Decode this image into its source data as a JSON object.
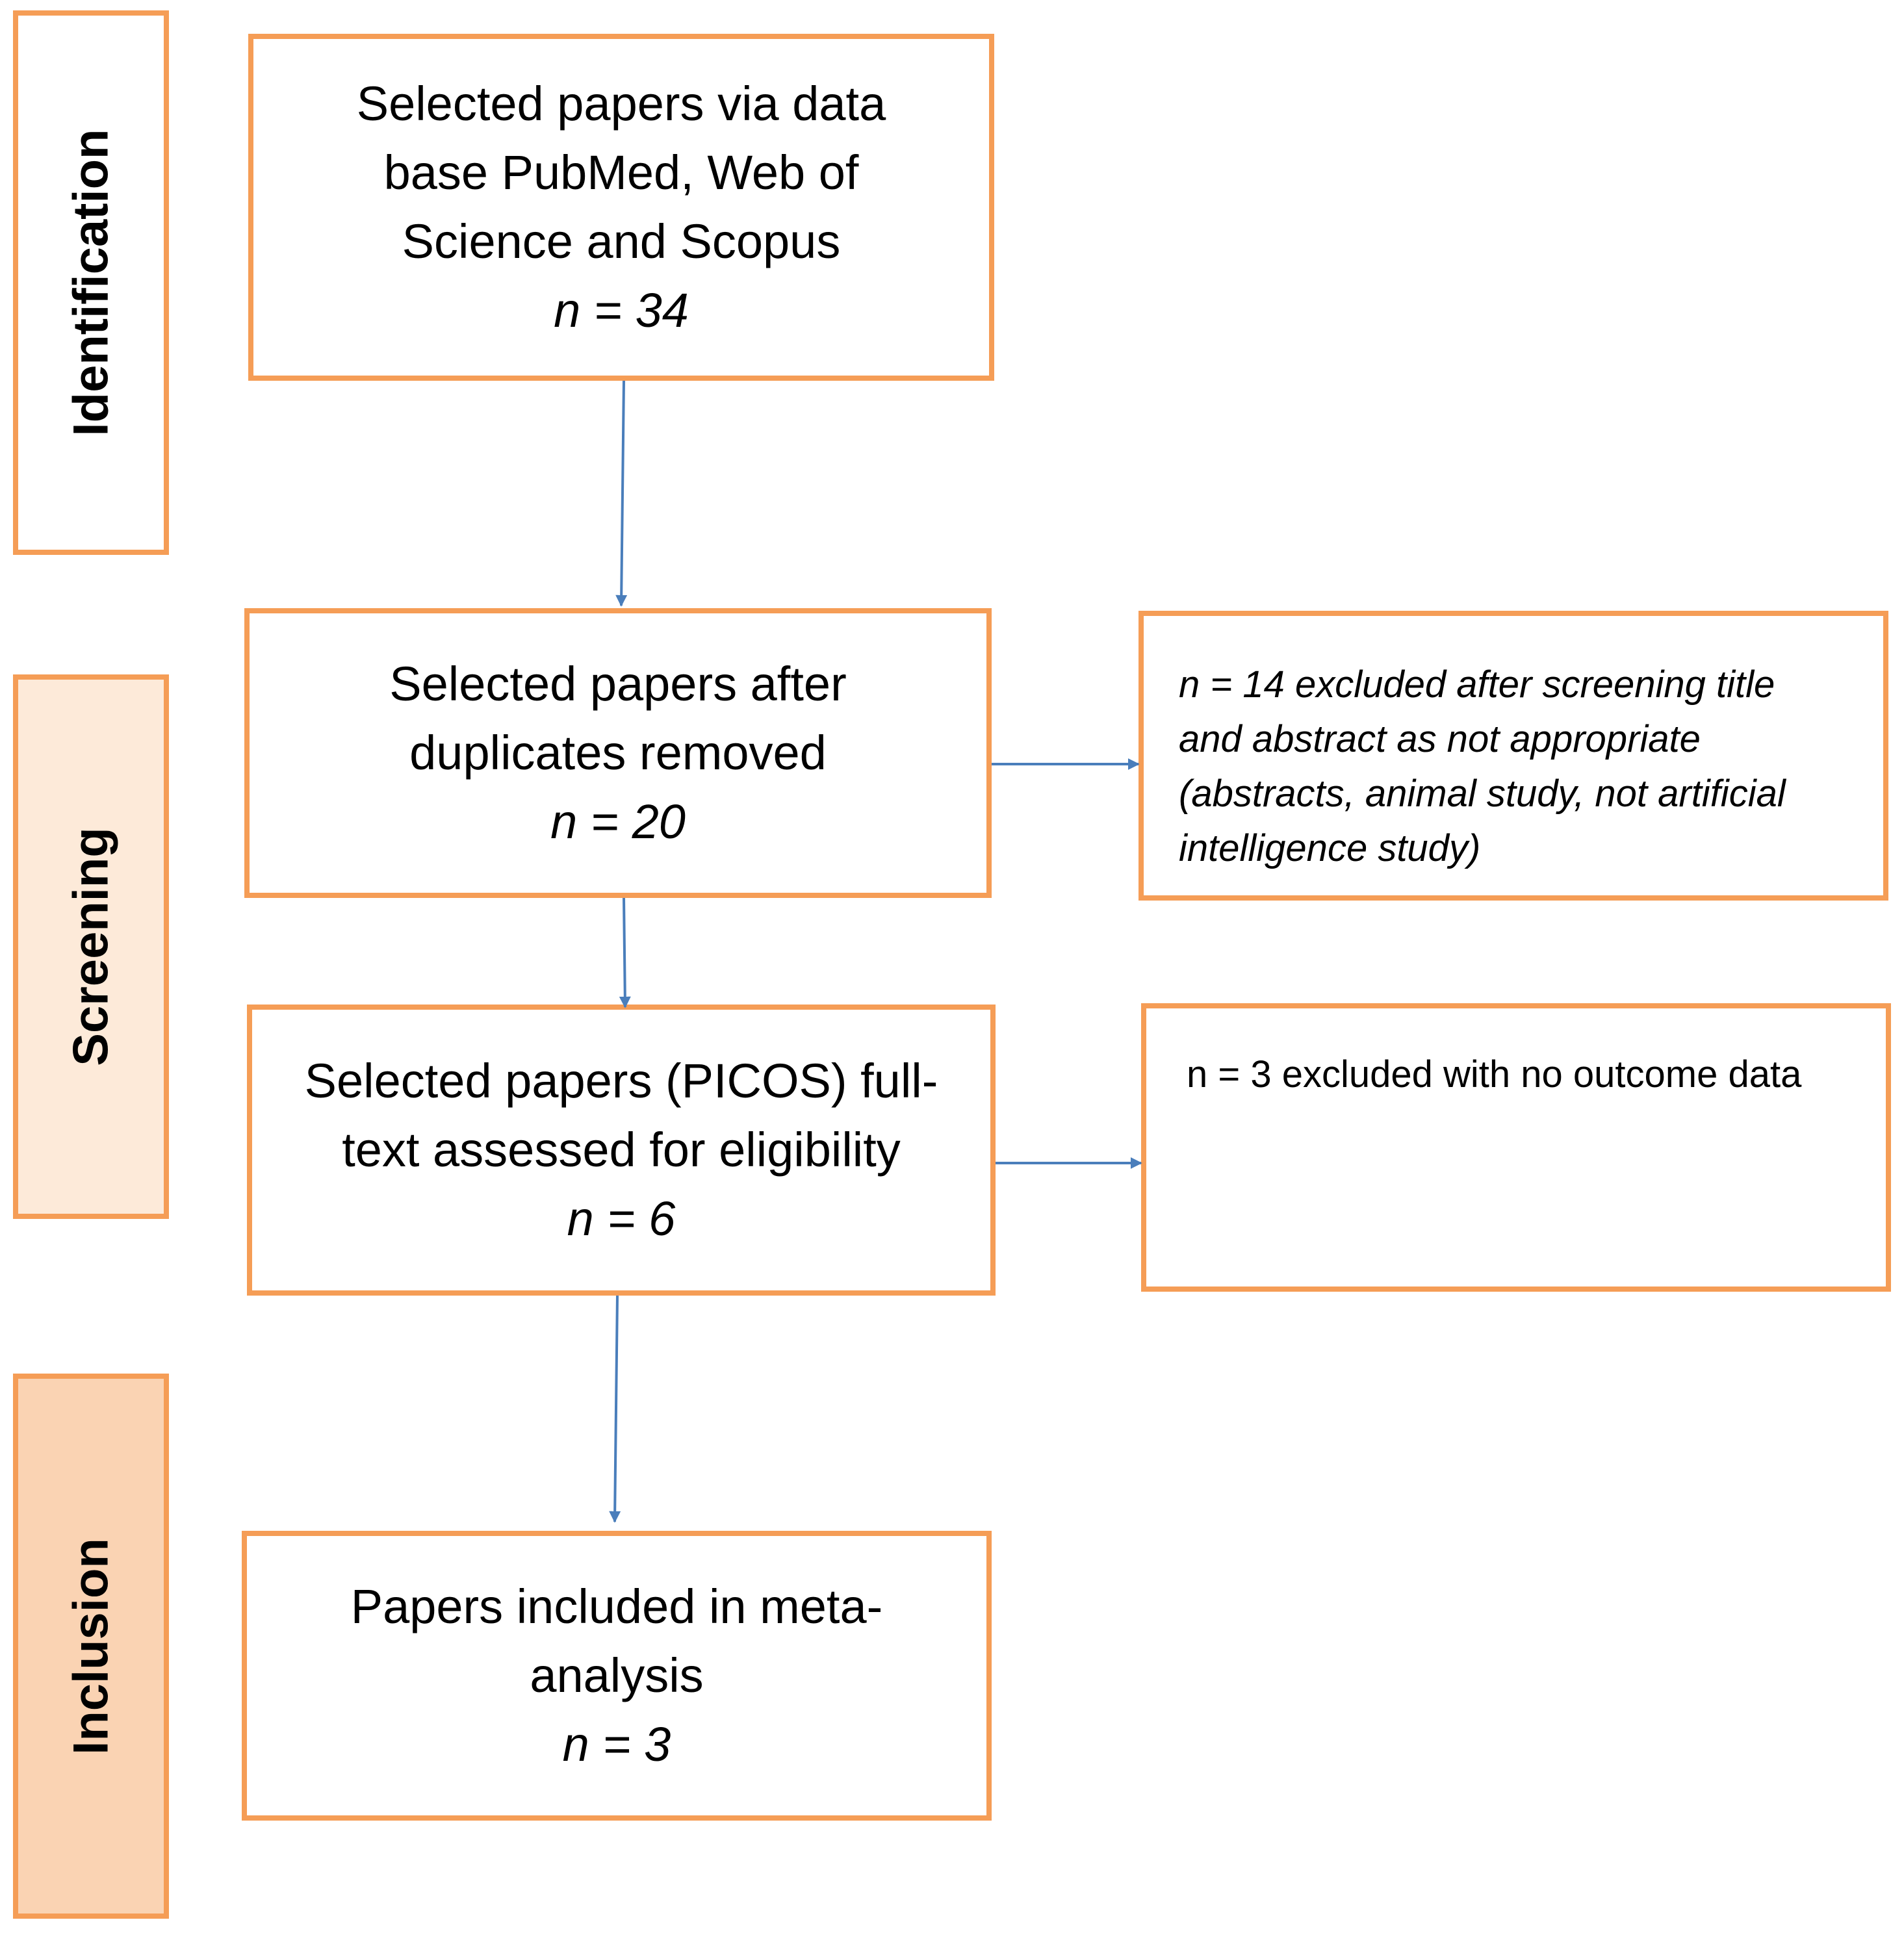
{
  "colors": {
    "border": "#F59D56",
    "arrow": "#4A7EBB",
    "stage_screening_fill": "#FDEAD9",
    "stage_inclusion_fill": "#FAD3B3"
  },
  "stages": {
    "identification": "Identification",
    "screening": "Screening",
    "inclusion": "Inclusion"
  },
  "boxes": {
    "identified": {
      "lines": [
        "Selected papers via data",
        "base PubMed, Web of",
        "Science and Scopus"
      ],
      "count": "n = 34"
    },
    "deduplicated": {
      "lines": [
        "Selected papers after",
        "duplicates removed"
      ],
      "count": "n = 20"
    },
    "fulltext": {
      "lines": [
        "Selected papers (PICOS) full-",
        "text assessed for eligibility"
      ],
      "count": "n = 6"
    },
    "included": {
      "lines": [
        "Papers included in meta-",
        "analysis"
      ],
      "count": "n = 3"
    }
  },
  "exclusions": {
    "screening": {
      "lines": [
        "n = 14 excluded after screening title",
        "and abstract as not appropriate",
        "(abstracts, animal study, not artificial",
        "intelligence study)"
      ]
    },
    "eligibility": {
      "text": "n = 3 excluded with no outcome data"
    }
  }
}
